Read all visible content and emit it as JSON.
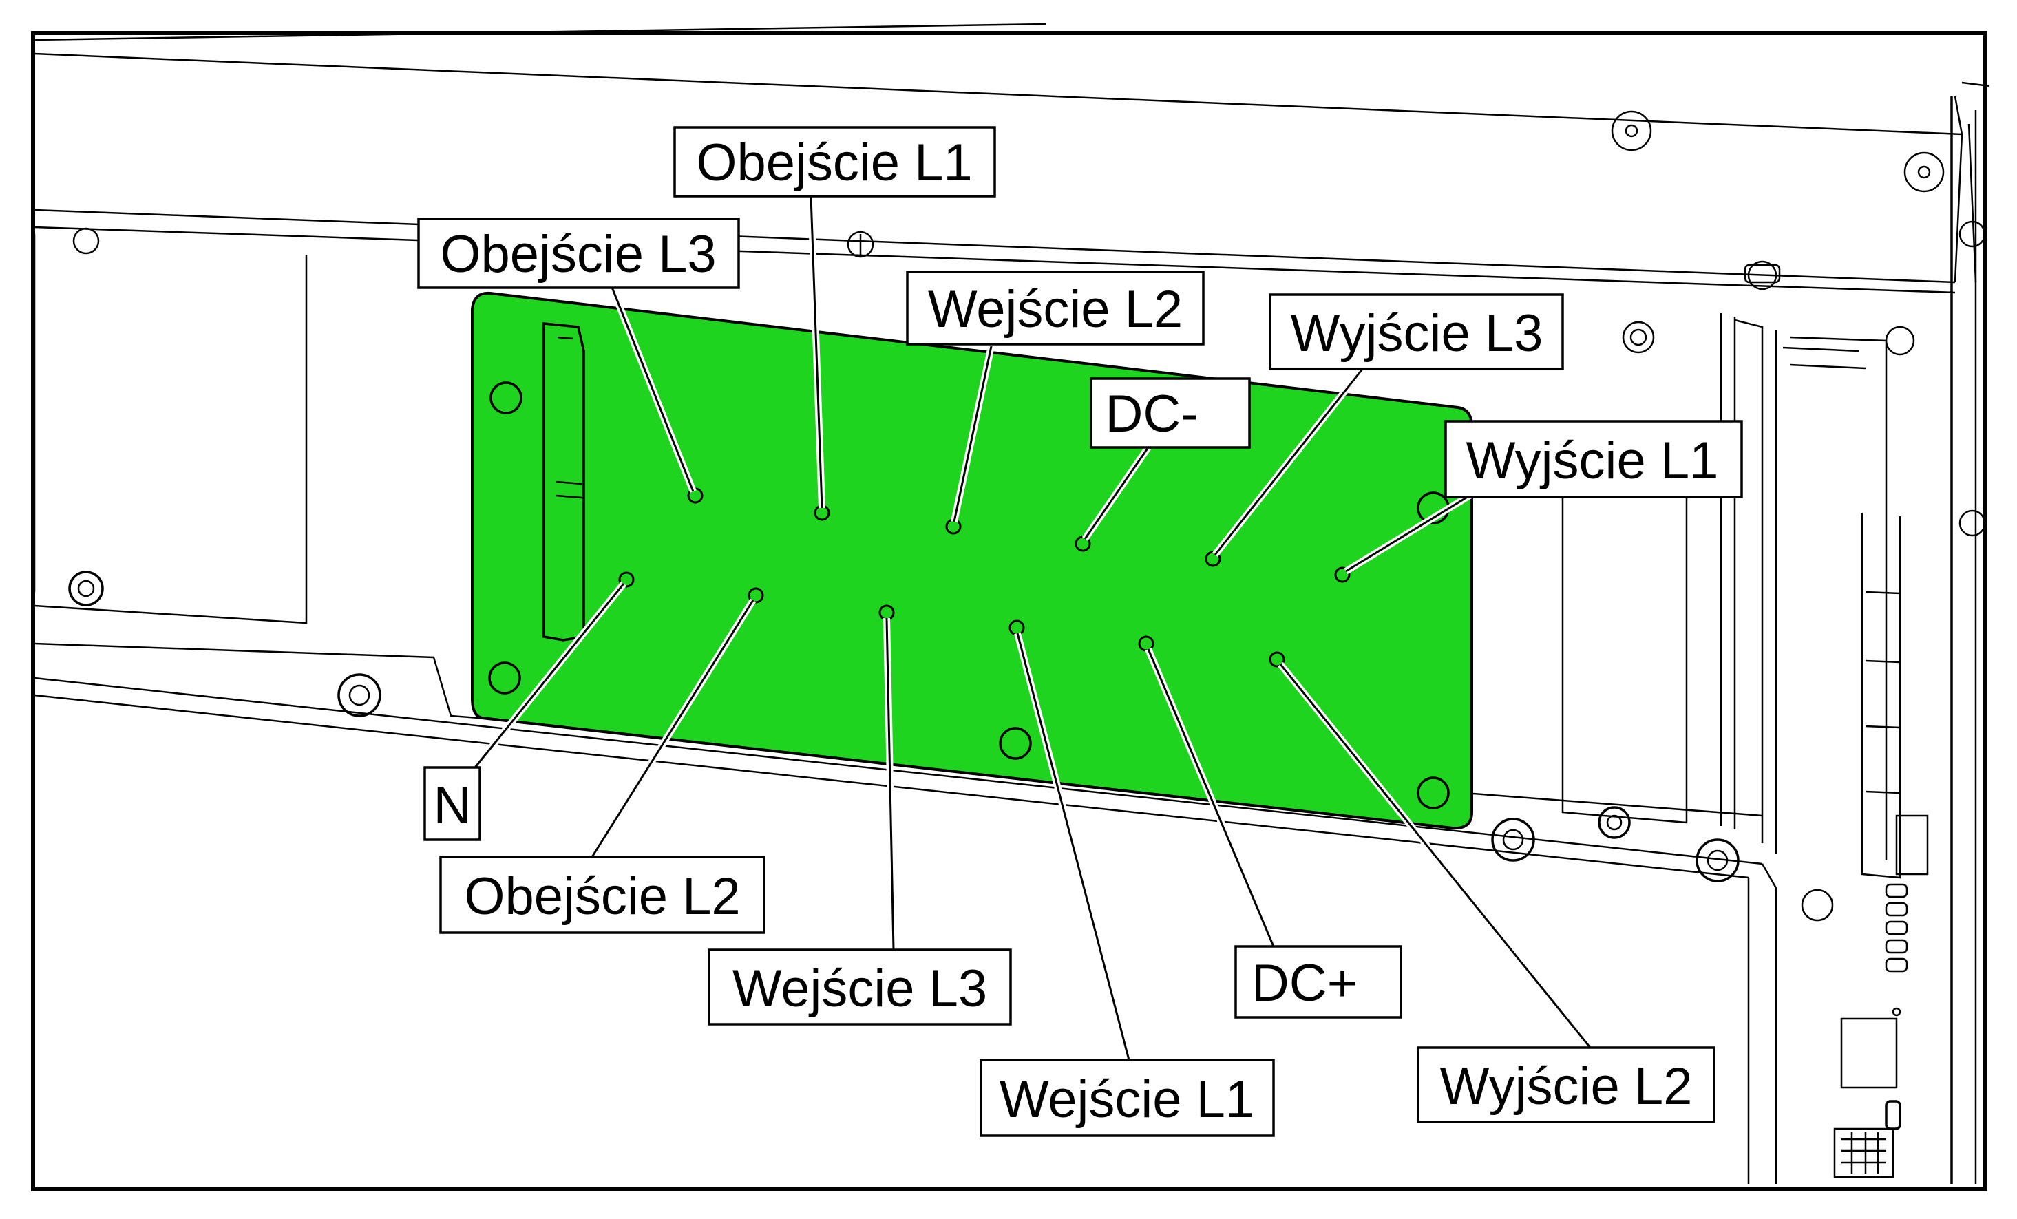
{
  "panel_color": "#1fd41f",
  "labels": {
    "obejscie_l1": "Obejście L1",
    "obejscie_l3": "Obejście L3",
    "wejscie_l2": "Wejście L2",
    "wyjscie_l3": "Wyjście L3",
    "dc_minus": "DC-",
    "wyjscie_l1": "Wyjście L1",
    "n": "N",
    "obejscie_l2": "Obejście L2",
    "wejscie_l3": "Wejście L3",
    "dc_plus": "DC+",
    "wejscie_l1": "Wejście L1",
    "wyjscie_l2": "Wyjście L2"
  }
}
